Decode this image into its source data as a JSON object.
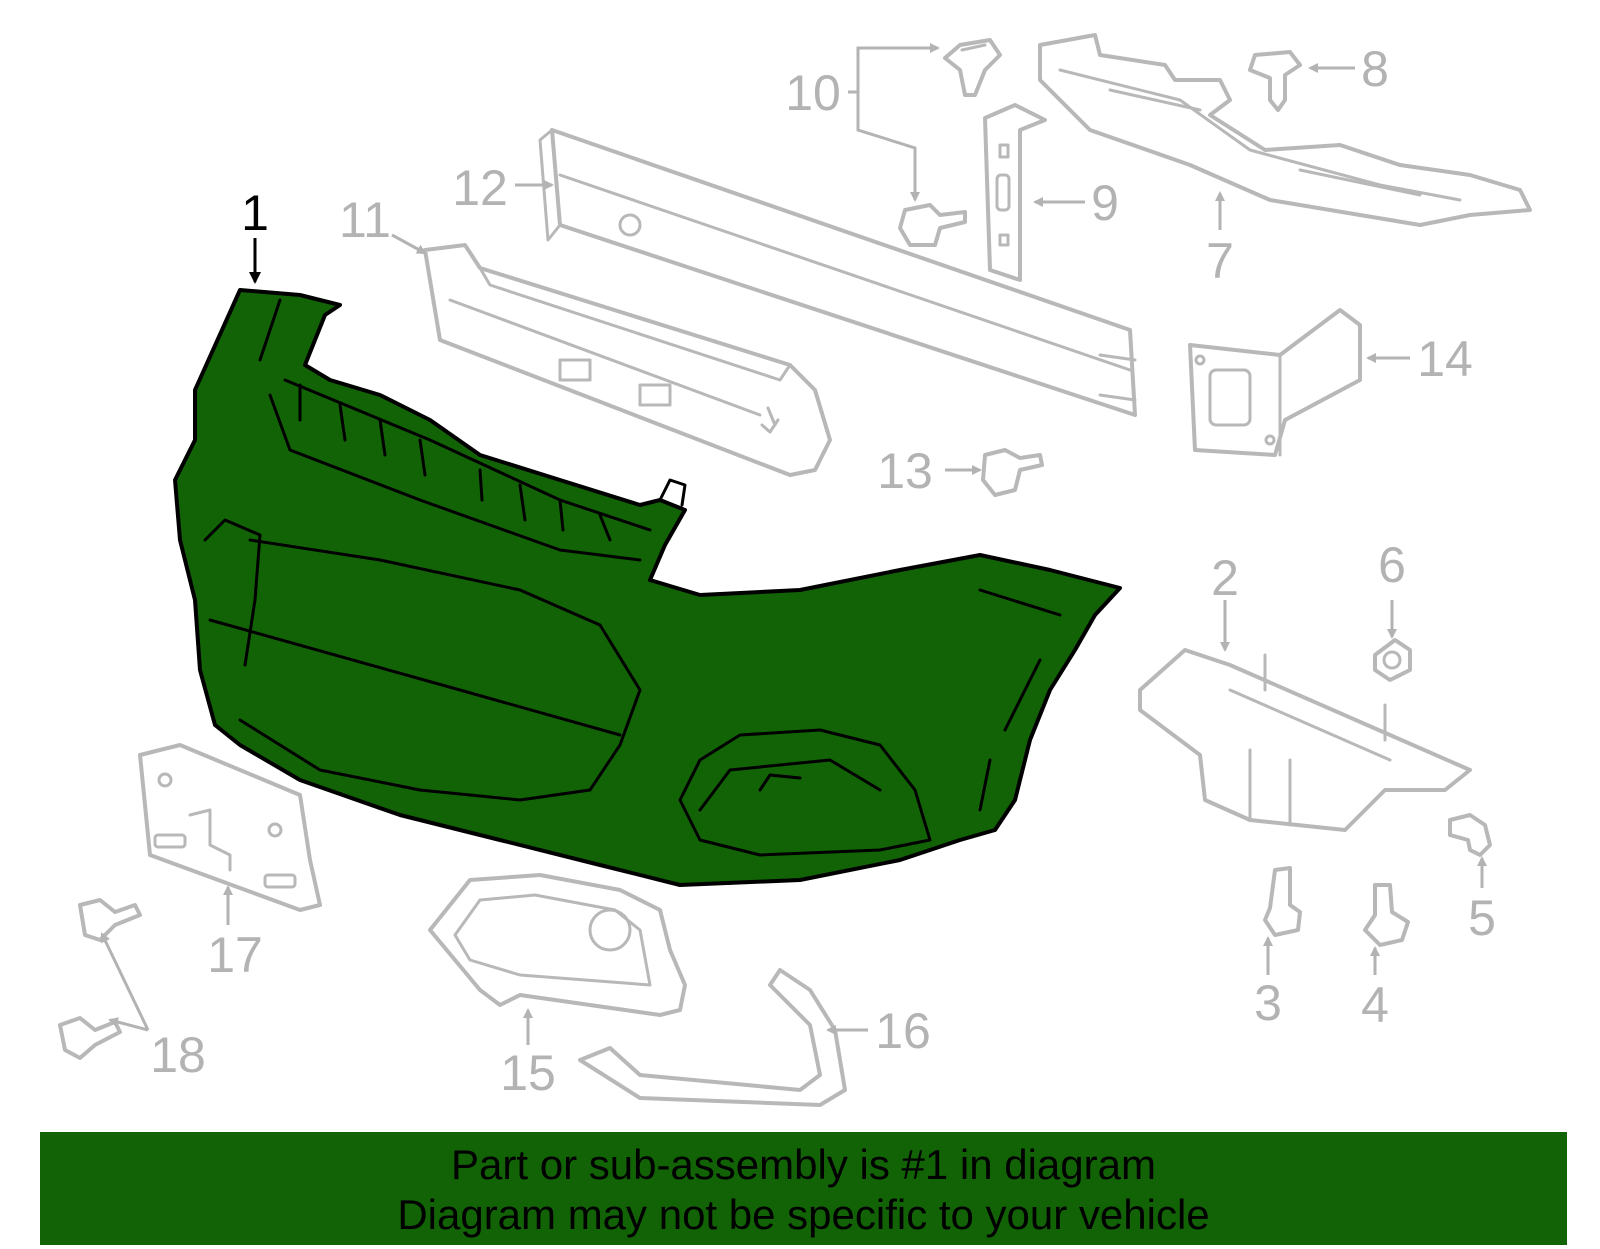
{
  "diagram": {
    "highlighted_part": "1",
    "highlight_color": "#126306",
    "ghost_color": "#b8b8b8",
    "callouts": {
      "c1": "1",
      "c2": "2",
      "c3": "3",
      "c4": "4",
      "c5": "5",
      "c6": "6",
      "c7": "7",
      "c8": "8",
      "c9": "9",
      "c10": "10",
      "c11": "11",
      "c12": "12",
      "c13": "13",
      "c14": "14",
      "c15": "15",
      "c16": "16",
      "c17": "17",
      "c18": "18"
    }
  },
  "banner": {
    "line1": "Part or sub-assembly is #1 in diagram",
    "line2": "Diagram may not be specific to your vehicle"
  }
}
